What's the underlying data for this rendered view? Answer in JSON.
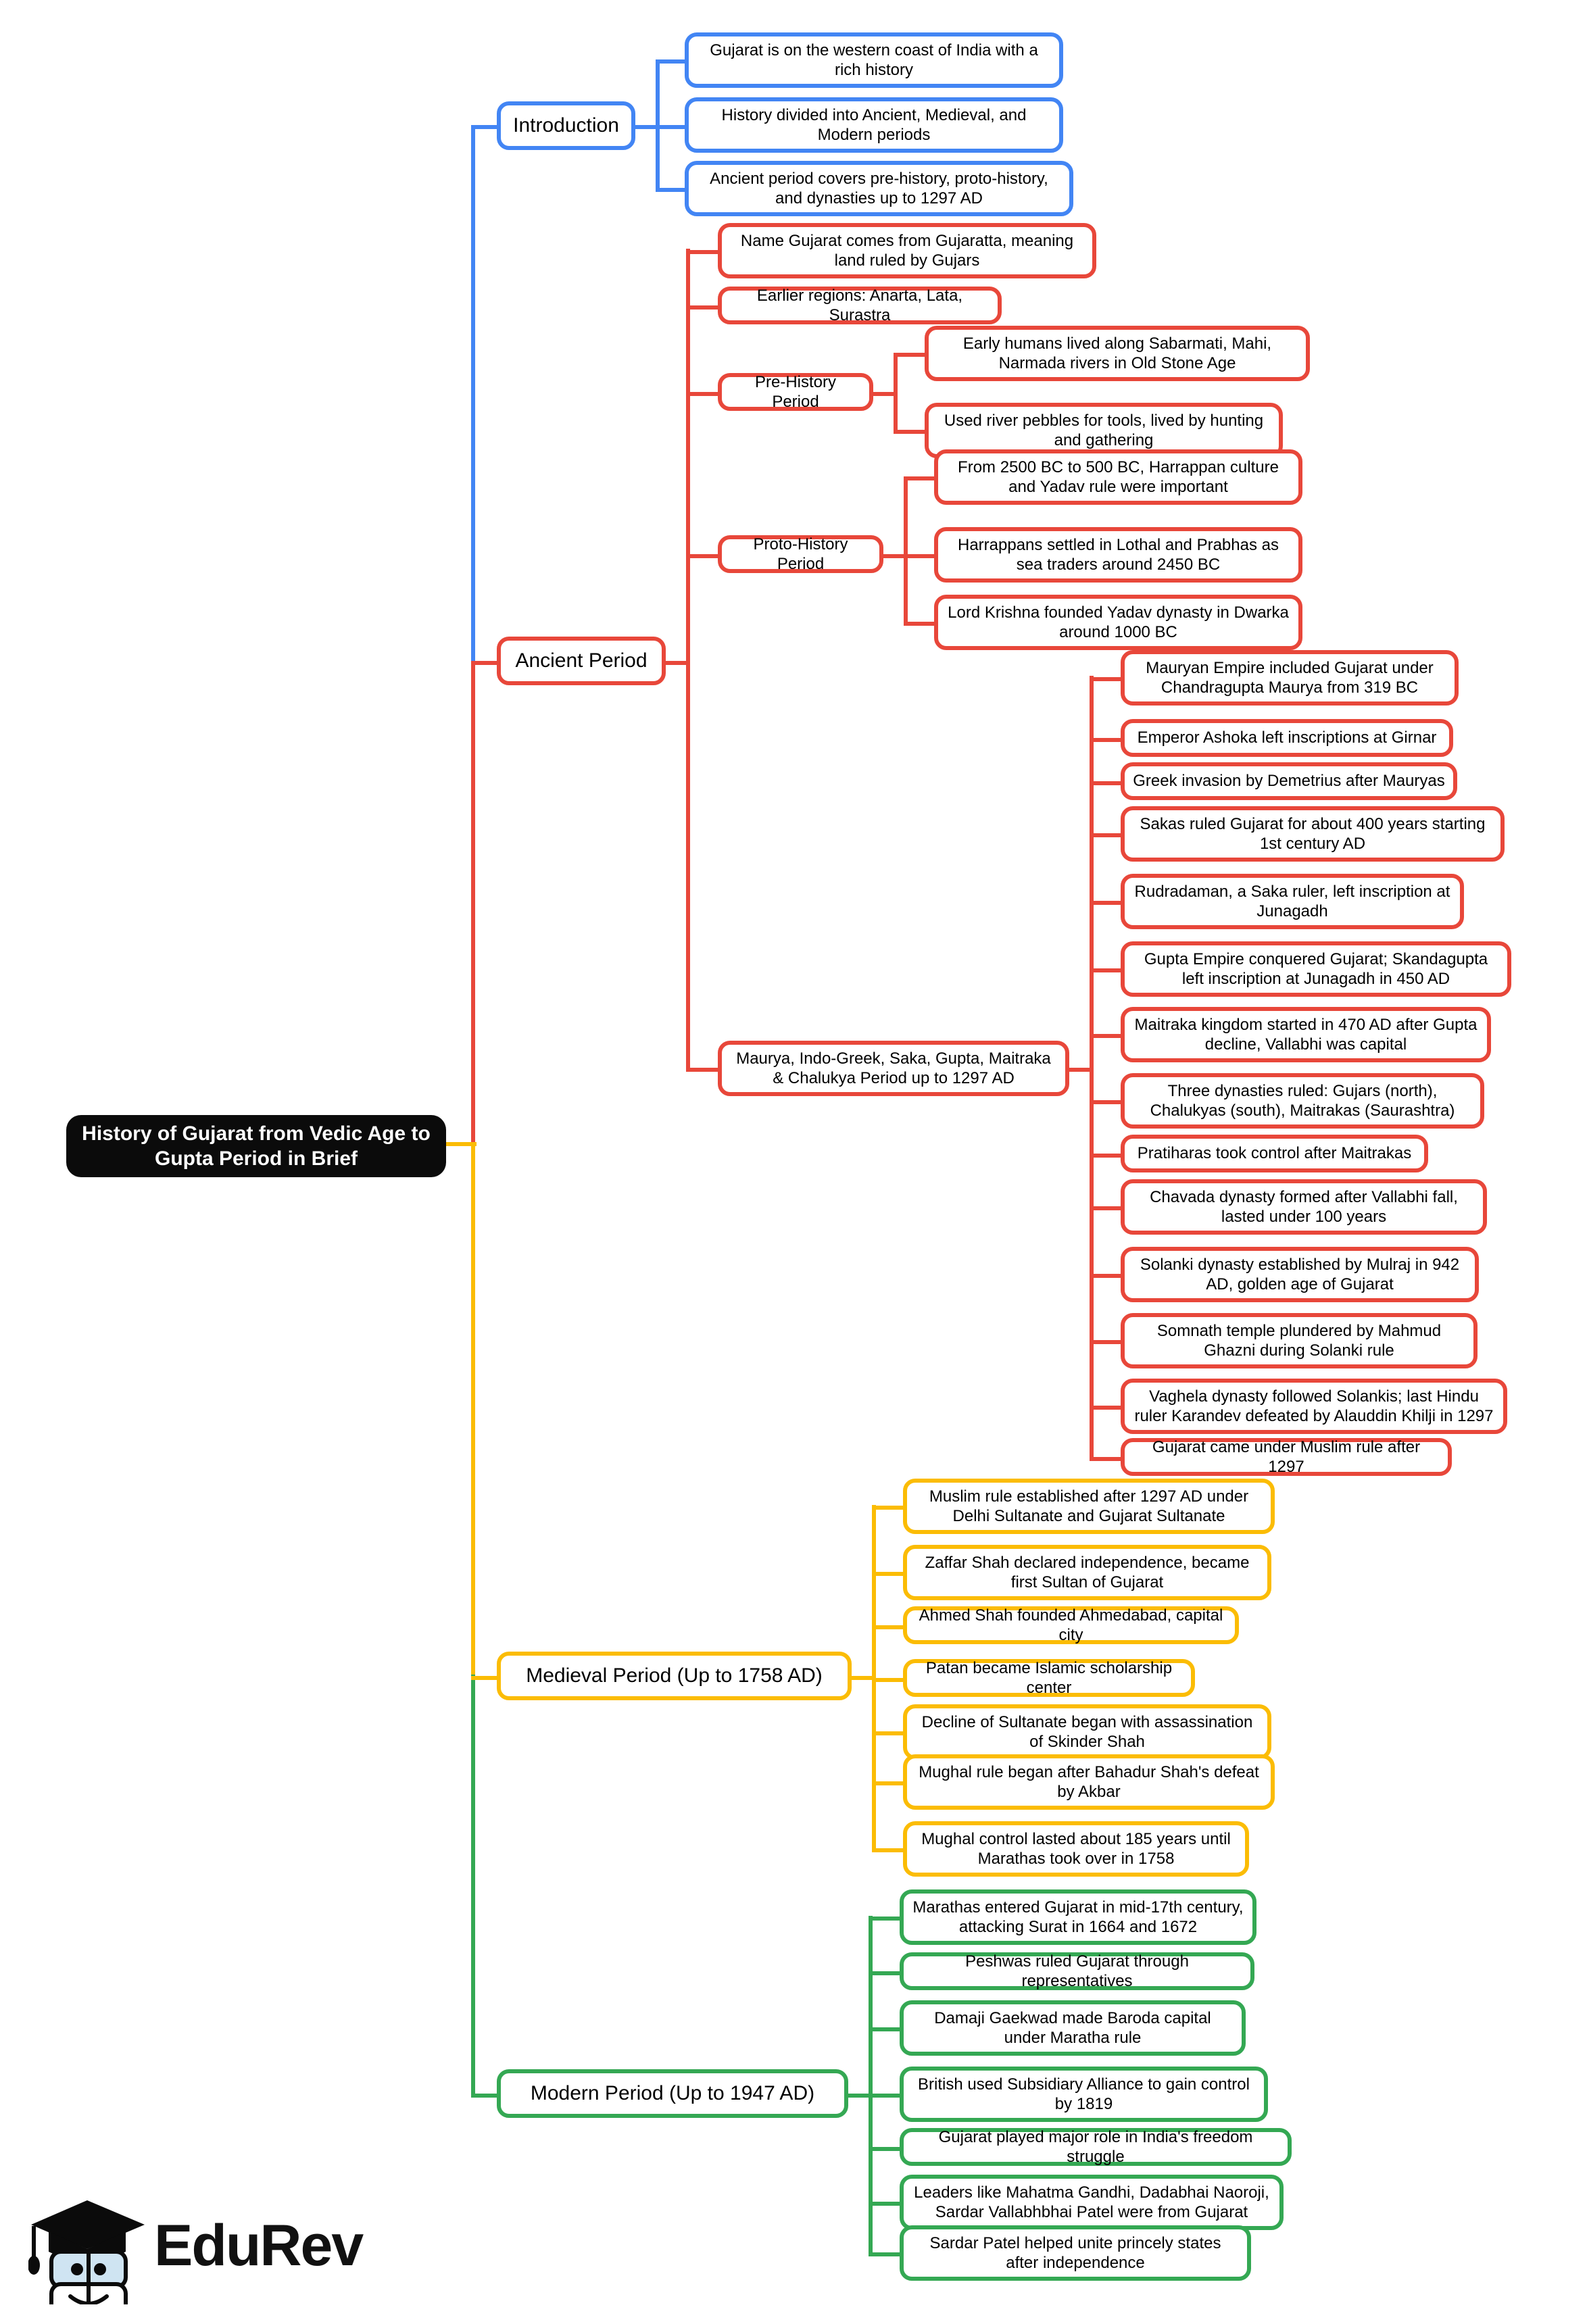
{
  "root": {
    "title": "History of Gujarat from Vedic Age to Gupta Period in Brief"
  },
  "colors": {
    "introduction": "#4285f4",
    "ancient": "#e8473a",
    "medieval": "#fbbc04",
    "modern": "#34a853",
    "root_background": "#0b0b0b",
    "page_background": "#ffffff",
    "text": "#000000"
  },
  "branches": {
    "introduction": {
      "label": "Introduction",
      "items": [
        "Gujarat is on the western coast of India with a rich history",
        "History divided into Ancient, Medieval, and Modern periods",
        "Ancient period covers pre-history, proto-history, and dynasties up to 1297 AD"
      ]
    },
    "ancient": {
      "label": "Ancient Period",
      "items": [
        "Name Gujarat comes from Gujaratta, meaning land ruled by Gujars",
        "Earlier regions: Anarta, Lata, Surastra"
      ],
      "prehistory": {
        "label": "Pre-History Period",
        "items": [
          "Early humans lived along Sabarmati, Mahi, Narmada rivers in Old Stone Age",
          "Used river pebbles for tools, lived by hunting and gathering"
        ]
      },
      "protohistory": {
        "label": "Proto-History Period",
        "items": [
          "From 2500 BC to 500 BC, Harrappan culture and Yadav rule were important",
          "Harrappans settled in Lothal and Prabhas as sea traders around 2450 BC",
          "Lord Krishna founded Yadav dynasty in Dwarka around 1000 BC"
        ]
      },
      "dynasties": {
        "label": "Maurya, Indo-Greek, Saka, Gupta, Maitraka & Chalukya Period up to 1297 AD",
        "items": [
          "Mauryan Empire included Gujarat under Chandragupta Maurya from 319 BC",
          "Emperor Ashoka left inscriptions at Girnar",
          "Greek invasion by Demetrius after Mauryas",
          "Sakas ruled Gujarat for about 400 years starting 1st century AD",
          "Rudradaman, a Saka ruler, left inscription at Junagadh",
          "Gupta Empire conquered Gujarat; Skandagupta left inscription at Junagadh in 450 AD",
          "Maitraka kingdom started in 470 AD after Gupta decline, Vallabhi was capital",
          "Three dynasties ruled: Gujars (north), Chalukyas (south), Maitrakas (Saurashtra)",
          "Pratiharas took control after Maitrakas",
          "Chavada dynasty formed after Vallabhi fall, lasted under 100 years",
          "Solanki dynasty established by Mulraj in 942 AD, golden age of Gujarat",
          "Somnath temple plundered by Mahmud Ghazni during Solanki rule",
          "Vaghela dynasty followed Solankis; last Hindu ruler Karandev defeated by Alauddin Khilji in 1297",
          "Gujarat came under Muslim rule after 1297"
        ]
      }
    },
    "medieval": {
      "label": "Medieval Period (Up to 1758 AD)",
      "items": [
        "Muslim rule established after 1297 AD under Delhi Sultanate and Gujarat Sultanate",
        "Zaffar Shah declared independence, became first Sultan of Gujarat",
        "Ahmed Shah founded Ahmedabad, capital city",
        "Patan became Islamic scholarship center",
        "Decline of Sultanate began with assassination of Skinder Shah",
        "Mughal rule began after Bahadur Shah's defeat by Akbar",
        "Mughal control lasted about 185 years until Marathas took over in 1758"
      ]
    },
    "modern": {
      "label": "Modern Period (Up to 1947 AD)",
      "items": [
        "Marathas entered Gujarat in mid-17th century, attacking Surat in 1664 and 1672",
        "Peshwas ruled Gujarat through representatives",
        "Damaji Gaekwad made Baroda capital under Maratha rule",
        "British used Subsidiary Alliance to gain control by 1819",
        "Gujarat played major role in India's freedom struggle",
        "Leaders like Mahatma Gandhi, Dadabhai Naoroji, Sardar Vallabhbhai Patel were from Gujarat",
        "Sardar Patel helped unite princely states after independence"
      ]
    }
  },
  "logo": {
    "name": "EduRev"
  }
}
